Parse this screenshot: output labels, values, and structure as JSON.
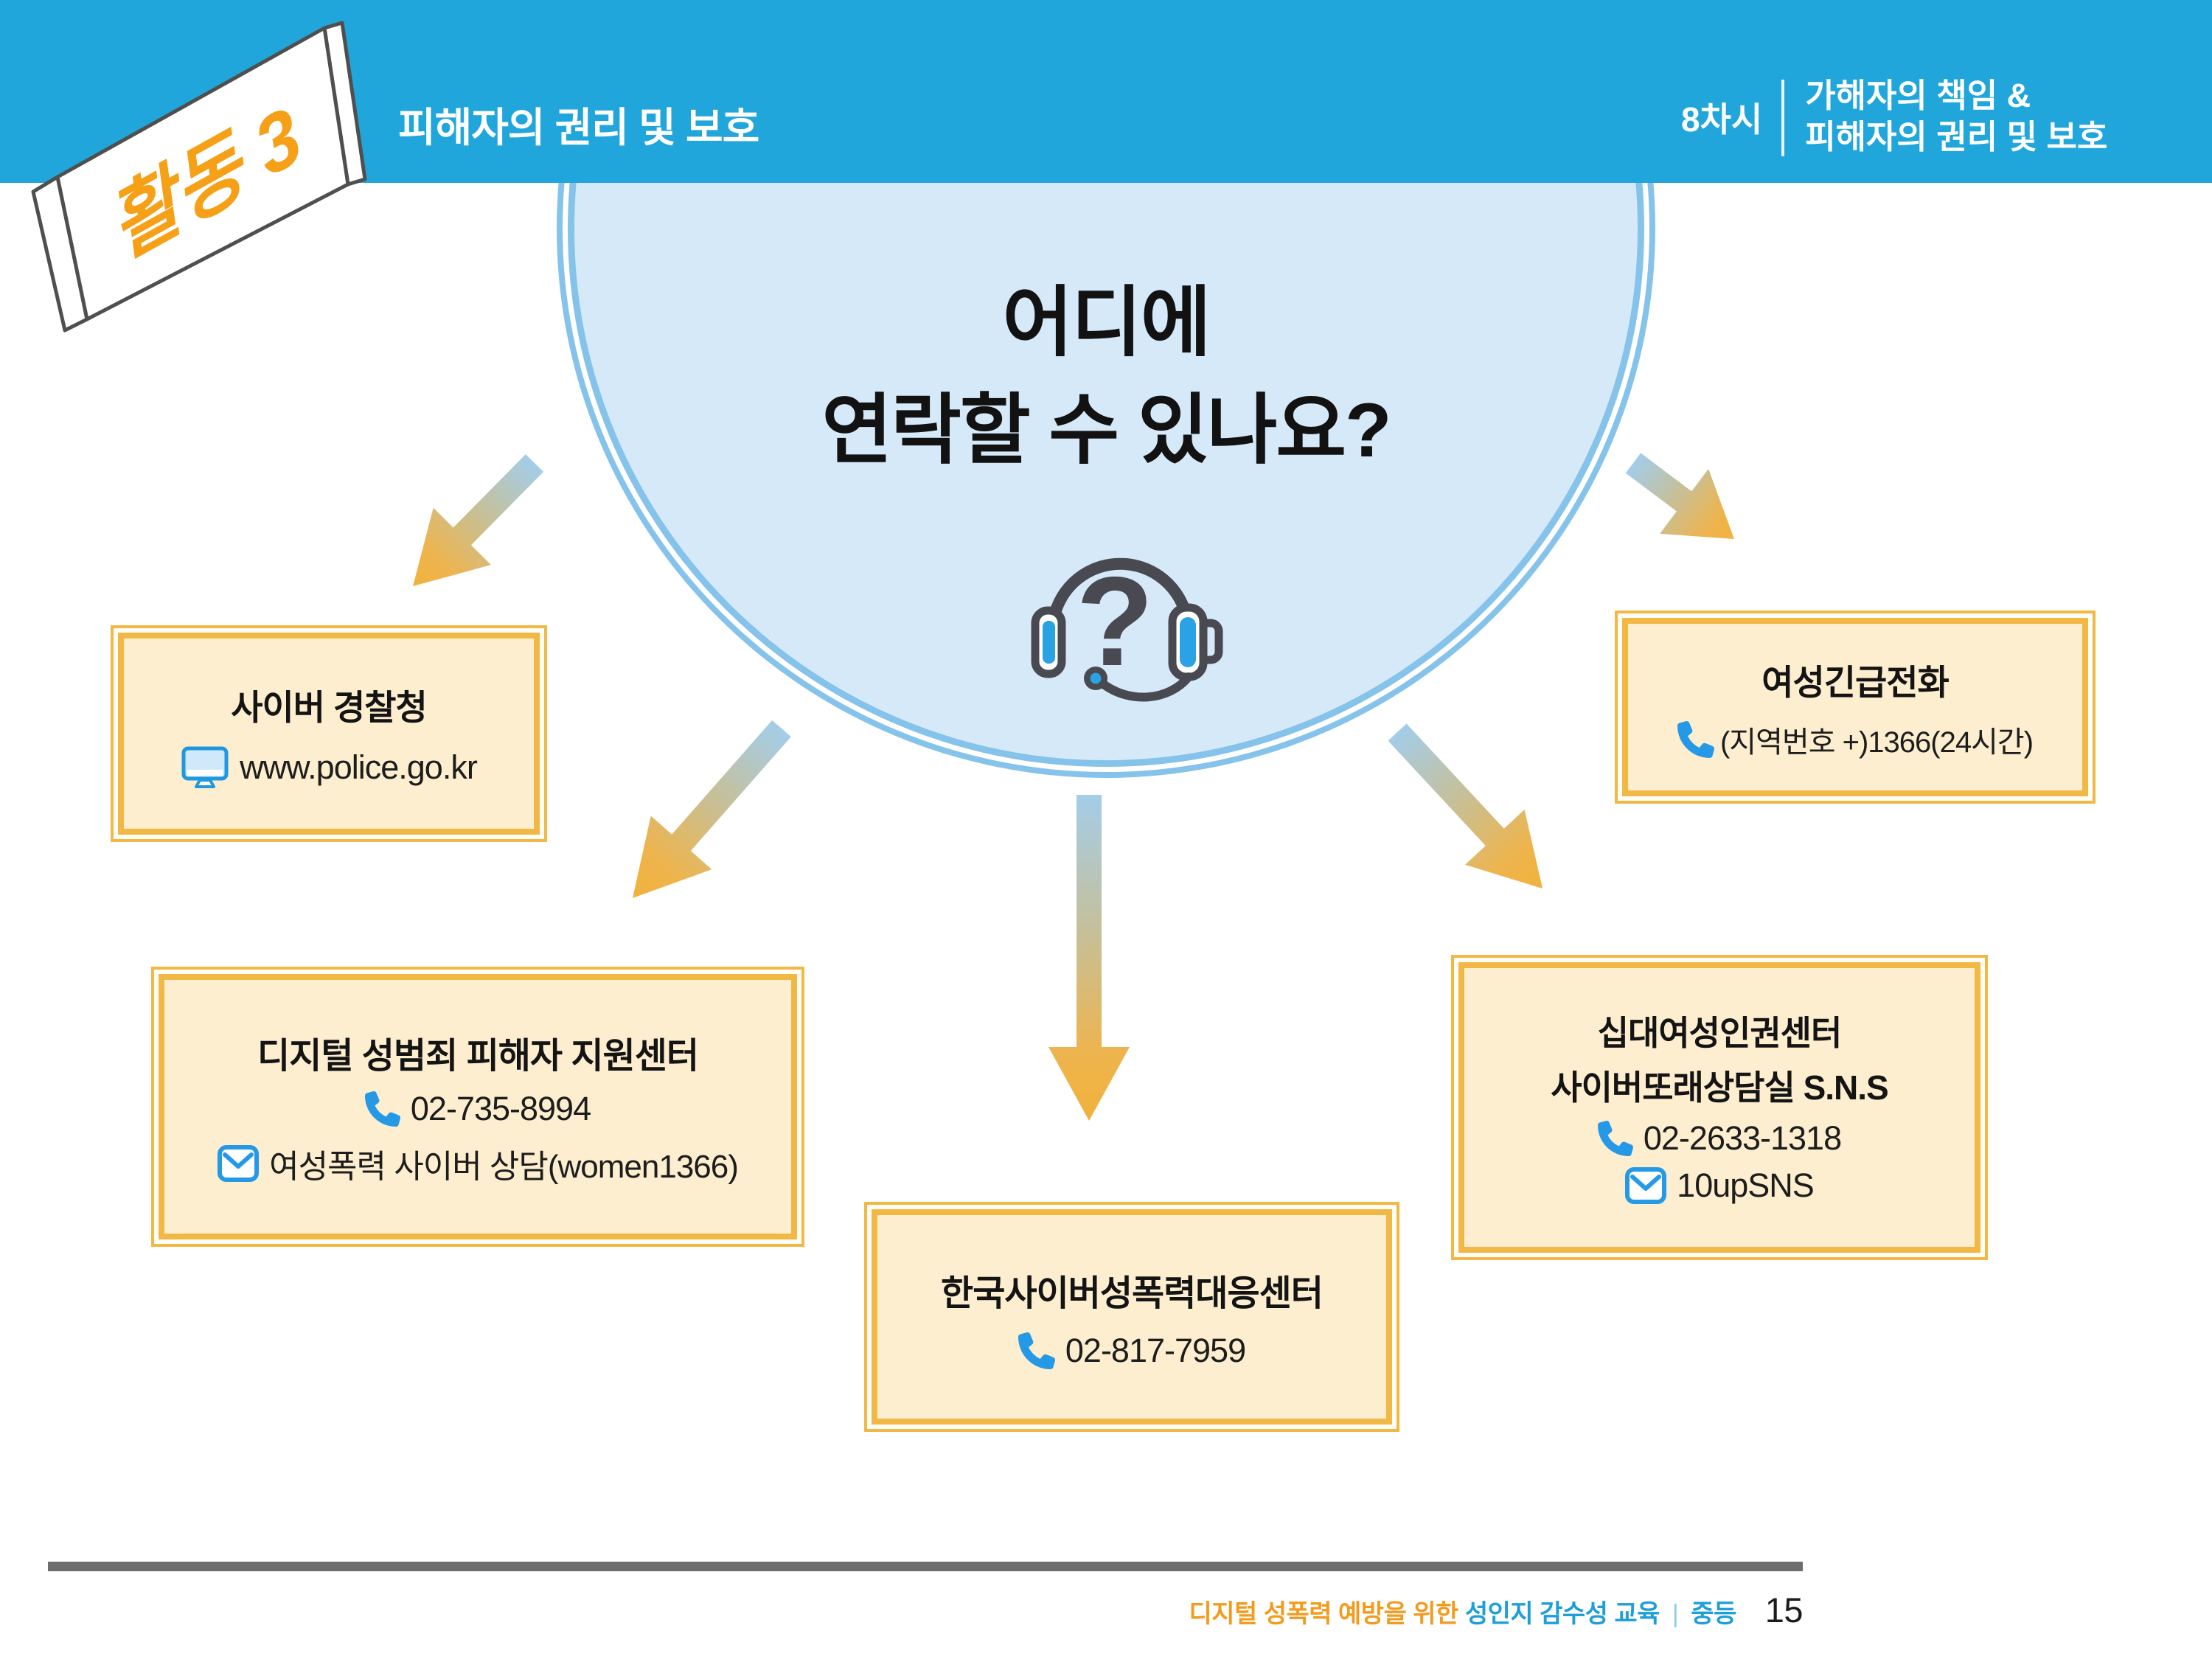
{
  "header": {
    "activity_badge": "활동 3",
    "title": "피해자의 권리 및 보호",
    "session_number": "8차시",
    "session_line1": "가해자의 책임 &",
    "session_line2": "피해자의 권리 및 보호"
  },
  "center": {
    "question_line1": "어디에",
    "question_line2": "연락할 수 있나요?"
  },
  "contacts": [
    {
      "title": "사이버 경찰청",
      "items": [
        {
          "icon": "monitor-icon",
          "text": "www.police.go.kr"
        }
      ]
    },
    {
      "title": "여성긴급전화",
      "items": [
        {
          "icon": "phone-icon",
          "text": "(지역번호 +)1366(24시간)"
        }
      ]
    },
    {
      "title": "디지털 성범죄 피해자 지원센터",
      "items": [
        {
          "icon": "phone-icon",
          "text": "02-735-8994"
        },
        {
          "icon": "mail-icon",
          "text": "여성폭력 사이버 상담(women1366)"
        }
      ]
    },
    {
      "title": "한국사이버성폭력대응센터",
      "items": [
        {
          "icon": "phone-icon",
          "text": "02-817-7959"
        }
      ]
    },
    {
      "title": "십대여성인권센터",
      "title2": "사이버또래상담실 S.N.S",
      "items": [
        {
          "icon": "phone-icon",
          "text": "02-2633-1318"
        },
        {
          "icon": "mail-icon",
          "text": "10upSNS"
        }
      ]
    }
  ],
  "footer": {
    "text_orange": "디지털 성폭력 예방을 위한",
    "text_blue": "성인지 감수성 교육",
    "divider": "|",
    "level": "중등",
    "page_number": "15"
  },
  "colors": {
    "header_blue": "#21a6db",
    "circle_fill": "#d6e9f8",
    "circle_ring": "#85c3ea",
    "box_background": "#fdeecf",
    "box_border": "#f2b845",
    "accent_orange": "#f6a017",
    "icon_blue": "#2699e6",
    "arrow_orange": "#f1b23c",
    "arrow_blue": "#a3cde9",
    "footer_gray": "#6e6e6e"
  }
}
